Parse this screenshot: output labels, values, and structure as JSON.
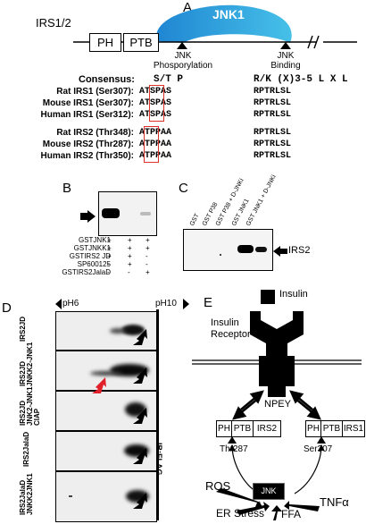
{
  "panel_a": {
    "label": "A",
    "protein": "IRS1/2",
    "domains": [
      "PH",
      "PTB"
    ],
    "kinase": "JNK1",
    "site_labels": [
      "JNK\nPhosporylation",
      "JNK\nBinding"
    ],
    "consensus_label": "Consensus:",
    "consensus_phospho": "S/T P",
    "consensus_binding": "R/K (X)3-5 L X L",
    "irs1_rows": [
      {
        "name": "Rat IRS1 (Ser307):",
        "pre": "AT",
        "site": "SP",
        "post": "AS",
        "bind": "RPTRLSL"
      },
      {
        "name": "Mouse IRS1 (Ser307):",
        "pre": "AT",
        "site": "SP",
        "post": "AS",
        "bind": "RPTRLSL"
      },
      {
        "name": "Human IRS1 (Ser312):",
        "pre": "AT",
        "site": "SP",
        "post": "AS",
        "bind": "RPTRLSL"
      }
    ],
    "irs2_rows": [
      {
        "name": "Rat IRS2 (Thr348):",
        "pre": "A",
        "site": "TP",
        "post": "PAA",
        "bind": "RPTRLSL"
      },
      {
        "name": "Mouse IRS2 (Thr287):",
        "pre": "A",
        "site": "TP",
        "post": "PAA",
        "bind": "RPTRLSL"
      },
      {
        "name": "Human IRS2 (Thr350):",
        "pre": "A",
        "site": "TP",
        "post": "PAA",
        "bind": "RPTRLSL"
      }
    ]
  },
  "panel_b": {
    "label": "B",
    "rows": [
      {
        "name": "GSTJNK1",
        "signs": [
          "+",
          "+",
          "+"
        ]
      },
      {
        "name": "GSTJNKK1",
        "signs": [
          "+",
          "+",
          "+"
        ]
      },
      {
        "name": "GSTIRS2 JD",
        "signs": [
          "+",
          "+",
          "-"
        ]
      },
      {
        "name": "SP600125",
        "signs": [
          "-",
          "+",
          "-"
        ]
      },
      {
        "name": "GSTIRS2JalaD",
        "signs": [
          "-",
          "-",
          "+"
        ]
      }
    ]
  },
  "panel_c": {
    "label": "C",
    "lanes": [
      "GST",
      "GST P38",
      "GST P38 + D-JNKi",
      "GST JNK1",
      "GST JNK1 + D-JNKi"
    ],
    "band_label": "IRS2"
  },
  "panel_d": {
    "label": "D",
    "ph_left": "pH6",
    "ph_right": "pH10",
    "side_label": "IB:FLAG",
    "rows": [
      {
        "name": "IRS2JD"
      },
      {
        "name": "IRS2JD\nJNKK2-JNK1"
      },
      {
        "name": "IRS2JD\nJNK2-JNK1\nCIAP"
      },
      {
        "name": "IRS2JalaD"
      },
      {
        "name": "IRS2JalaD\nJNKK2JNK1"
      }
    ]
  },
  "panel_e": {
    "label": "E",
    "ligand": "Insulin",
    "receptor": "Insulin\nReceptor",
    "motif": "NPEY",
    "left_chain": [
      "PH",
      "PTB",
      "IRS2"
    ],
    "right_chain": [
      "PH",
      "PTB",
      "IRS1"
    ],
    "left_site": "Thr287",
    "right_site": "Ser307",
    "kinase": "JNK",
    "stresses": [
      "ROS",
      "ER Stress",
      "FFA",
      "TNFα"
    ]
  },
  "colors": {
    "jnk_blob": "#2a8fd6",
    "highlight_box": "#e0302a",
    "red_arrow": "#e0202a"
  }
}
